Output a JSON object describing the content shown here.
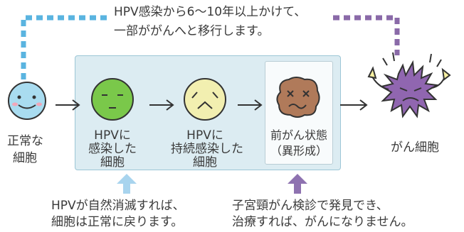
{
  "caption_top": {
    "line1": "HPV感染から6〜10年以上かけて、",
    "line2": "一部ががんへと移行します。"
  },
  "stages": [
    {
      "label_lines": [
        "正常な",
        "細胞"
      ]
    },
    {
      "label_lines": [
        "HPVに",
        "感染した",
        "細胞"
      ]
    },
    {
      "label_lines": [
        "HPVに",
        "持続感染した",
        "細胞"
      ]
    },
    {
      "label_lines": [
        "前がん状態",
        "（異形成）"
      ]
    },
    {
      "label_lines": [
        "がん細胞"
      ]
    }
  ],
  "note_left": {
    "line1": "HPVが自然消滅すれば、",
    "line2": "細胞は正常に戻ります。"
  },
  "note_right": {
    "line1": "子宮頸がん検診で発見でき、",
    "line2": "治療すれば、がんになりません。"
  },
  "colors": {
    "panel_bg": "#dcecf2",
    "dotted_left": "#5ab4e0",
    "dotted_right": "#8a6aa8",
    "arrow_up_left": "#a8d4ee",
    "arrow_up_right": "#8e72b0",
    "normal_cell": "#a9dcf0",
    "infected_cell": "#7ac84a",
    "persistent_cell": "#f2efb0",
    "precancer_cell": "#b07a5a",
    "cancer_cell": "#9066b0"
  }
}
